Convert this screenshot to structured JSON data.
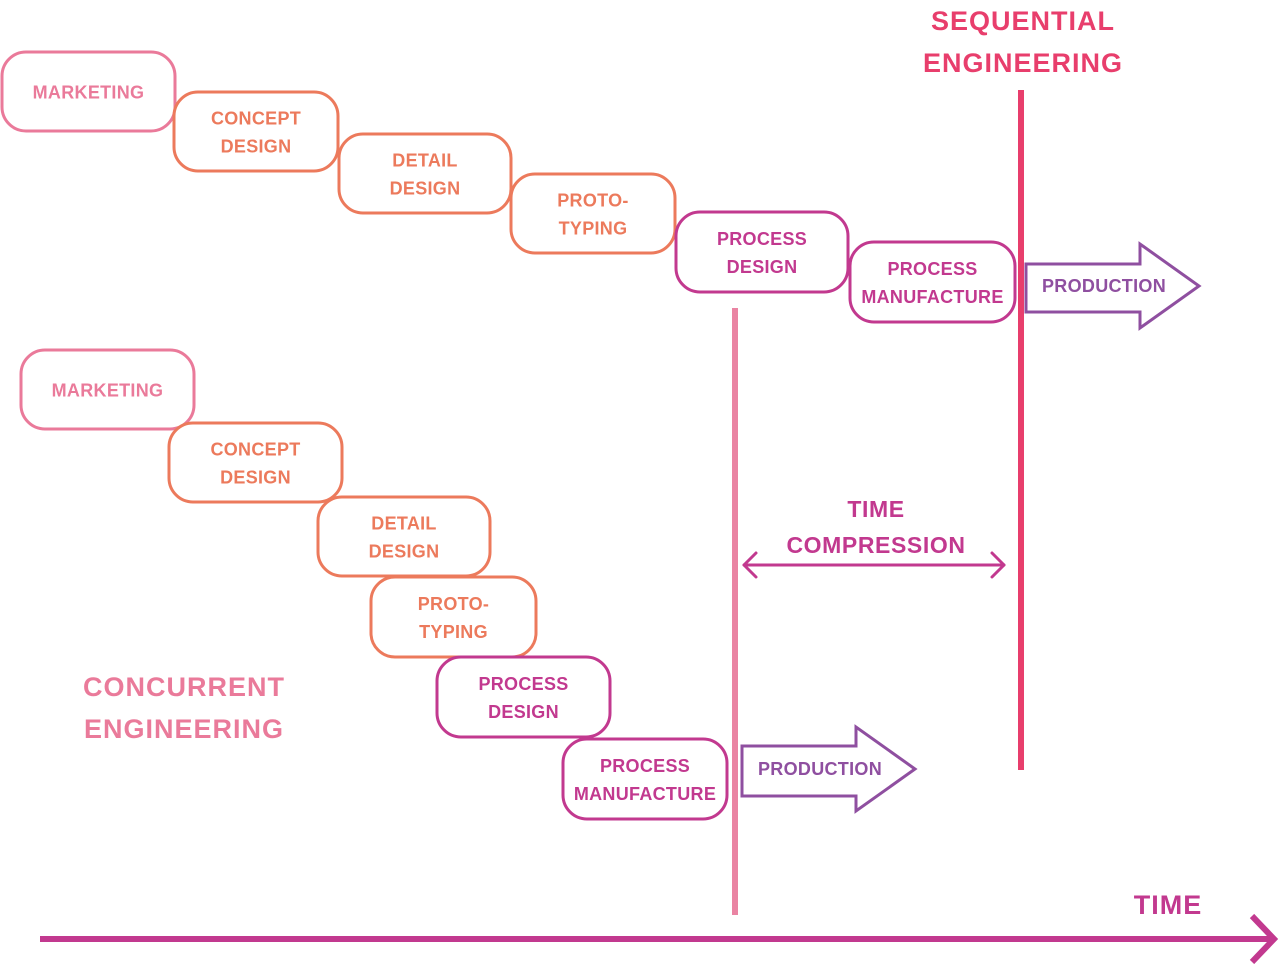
{
  "colors": {
    "marketing": "#ea7a9a",
    "design": "#ec7a5c",
    "process": "#c2398f",
    "production": "#8f4fa0",
    "sequential_line": "#e83e6c",
    "concurrent_line": "#ea84a3",
    "time_axis": "#c2398f",
    "sequential_title": "#e83e6c",
    "concurrent_title": "#ea7a9a",
    "compression": "#c2398f"
  },
  "sequential": {
    "title_line1": "SEQUENTIAL",
    "title_line2": "ENGINEERING",
    "stages": [
      {
        "line1": "MARKETING",
        "line2": "",
        "color_key": "marketing"
      },
      {
        "line1": "CONCEPT",
        "line2": "DESIGN",
        "color_key": "design"
      },
      {
        "line1": "DETAIL",
        "line2": "DESIGN",
        "color_key": "design"
      },
      {
        "line1": "PROTO-",
        "line2": "TYPING",
        "color_key": "design"
      },
      {
        "line1": "PROCESS",
        "line2": "DESIGN",
        "color_key": "process"
      },
      {
        "line1": "PROCESS",
        "line2": "MANUFACTURE",
        "color_key": "process"
      }
    ],
    "production_label": "PRODUCTION"
  },
  "concurrent": {
    "title_line1": "CONCURRENT",
    "title_line2": "ENGINEERING",
    "stages": [
      {
        "line1": "MARKETING",
        "line2": "",
        "color_key": "marketing"
      },
      {
        "line1": "CONCEPT",
        "line2": "DESIGN",
        "color_key": "design"
      },
      {
        "line1": "DETAIL",
        "line2": "DESIGN",
        "color_key": "design"
      },
      {
        "line1": "PROTO-",
        "line2": "TYPING",
        "color_key": "design"
      },
      {
        "line1": "PROCESS",
        "line2": "DESIGN",
        "color_key": "process"
      },
      {
        "line1": "PROCESS",
        "line2": "MANUFACTURE",
        "color_key": "process"
      }
    ],
    "production_label": "PRODUCTION"
  },
  "compression": {
    "line1": "TIME",
    "line2": "COMPRESSION"
  },
  "time_axis": {
    "label": "TIME"
  }
}
